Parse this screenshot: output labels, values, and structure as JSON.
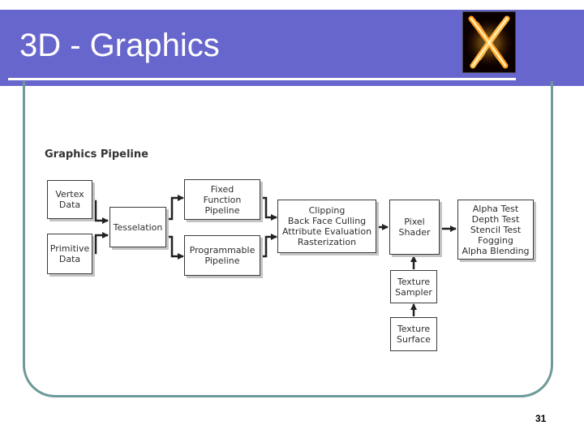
{
  "slide": {
    "title": "3D - Graphics",
    "page_number": "31"
  },
  "diagram": {
    "title": "Graphics Pipeline",
    "nodes": {
      "vertex_data": "Vertex\nData",
      "primitive_data": "Primitive\nData",
      "tesselation": "Tesselation",
      "fixed_function": "Fixed\nFunction\nPipeline",
      "programmable": "Programmable\nPipeline",
      "raster_stage": "Clipping\nBack Face Culling\nAttribute Evaluation\nRasterization",
      "pixel_shader": "Pixel\nShader",
      "output_stage": "Alpha Test\nDepth Test\nStencil Test\nFogging\nAlpha Blending",
      "texture_sampler": "Texture\nSampler",
      "texture_surface": "Texture\nSurface"
    }
  },
  "colors": {
    "header": "#6766cc",
    "frame": "#6e9a9a"
  },
  "icons": {
    "logo": "x-logo-icon"
  }
}
